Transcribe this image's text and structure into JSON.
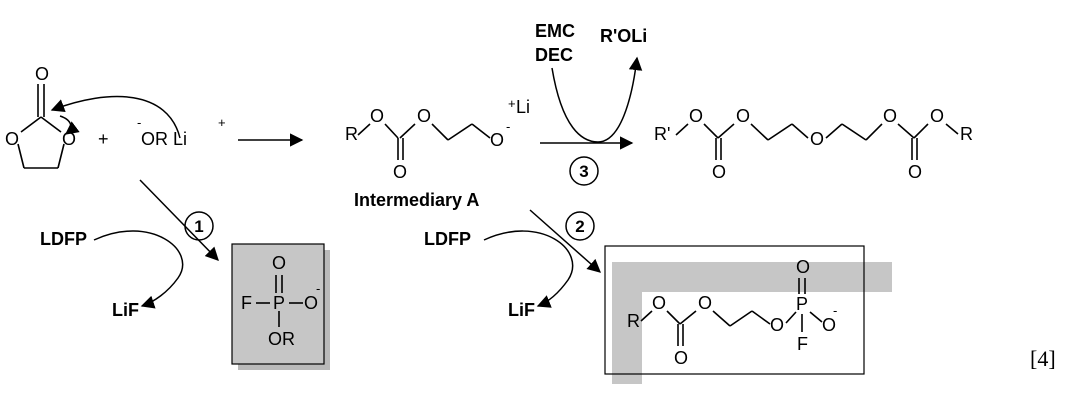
{
  "reagents": {
    "anion": "-",
    "or_lithium": "OR Li",
    "lithium_charge": "+",
    "plus": "+"
  },
  "reaction_steps": {
    "step1": "1",
    "step2": "2",
    "step3": "3"
  },
  "side_reagents": {
    "emc": "EMC",
    "dec": "DEC",
    "r_prime_oli": "R'OLi",
    "ldfp_1": "LDFP",
    "lif_1": "LiF",
    "ldfp_2": "LDFP",
    "lif_2": "LiF"
  },
  "intermediate": {
    "label": "Intermediary A",
    "r": "R",
    "li_plus": "+",
    "li": "Li",
    "o_minus": "-"
  },
  "product_dimer": {
    "r_prime": "R'",
    "r": "R"
  },
  "product_phosphate": {
    "f": "F",
    "p": "P",
    "o_minus": "-",
    "or": "OR"
  },
  "product_carbonate_phosphate": {
    "r": "R",
    "p": "P",
    "f": "F",
    "o_minus": "-"
  },
  "atom": {
    "o": "O"
  },
  "citation": "[4]"
}
